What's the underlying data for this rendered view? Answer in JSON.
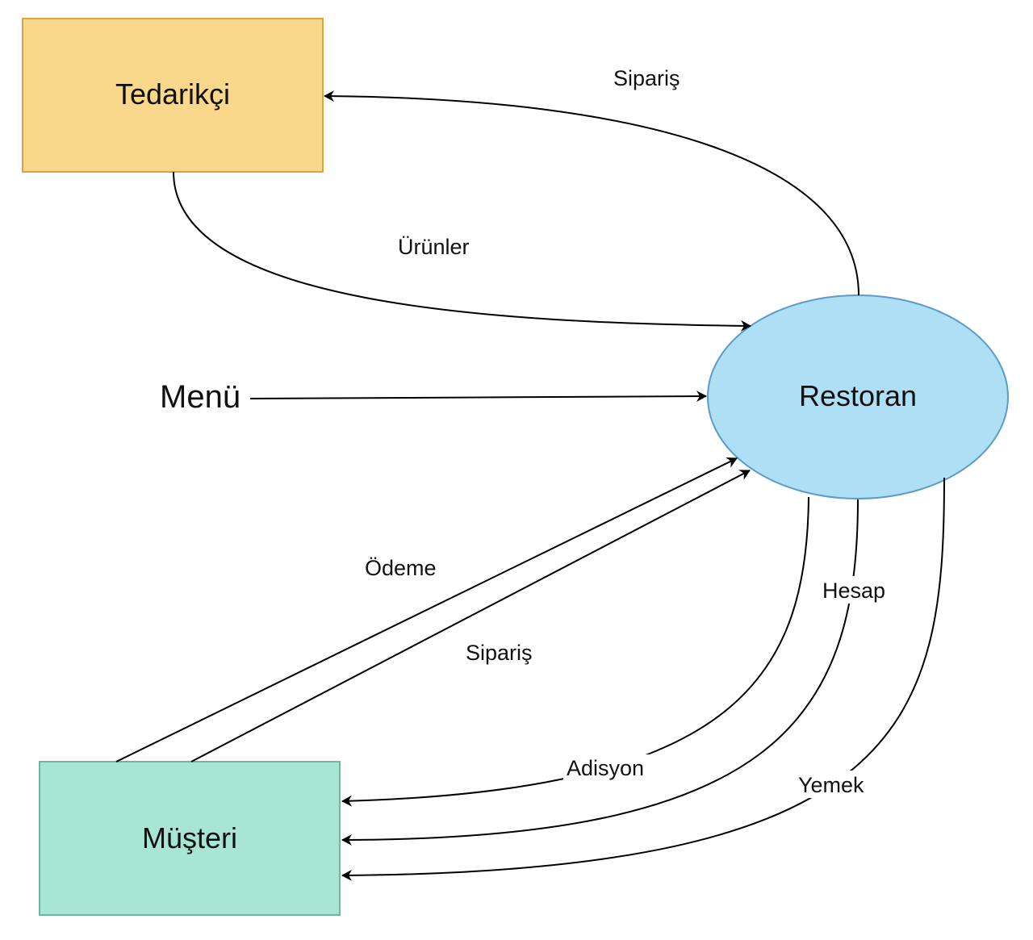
{
  "nodes": {
    "tedarikci": {
      "label": "Tedarikçi",
      "shape": "rectangle",
      "fill": "#F9D88C",
      "stroke": "#D9A63B"
    },
    "restoran": {
      "label": "Restoran",
      "shape": "ellipse",
      "fill": "#AEDFF5",
      "stroke": "#5B9BC8"
    },
    "musteri": {
      "label": "Müşteri",
      "shape": "rectangle",
      "fill": "#A8E6D3",
      "stroke": "#6BB89E"
    }
  },
  "external_input": {
    "label": "Menü"
  },
  "edges": {
    "restoran_to_tedarikci": {
      "label": "Sipariş",
      "from": "Restoran",
      "to": "Tedarikçi"
    },
    "tedarikci_to_restoran": {
      "label": "Ürünler",
      "from": "Tedarikçi",
      "to": "Restoran"
    },
    "menu_to_restoran": {
      "from": "Menü",
      "to": "Restoran"
    },
    "musteri_to_restoran_odeme": {
      "label": "Ödeme",
      "from": "Müşteri",
      "to": "Restoran"
    },
    "musteri_to_restoran_siparis": {
      "label": "Sipariş",
      "from": "Müşteri",
      "to": "Restoran"
    },
    "restoran_to_musteri_adisyon": {
      "label": "Adisyon",
      "from": "Restoran",
      "to": "Müşteri"
    },
    "restoran_to_musteri_hesap": {
      "label": "Hesap",
      "from": "Restoran",
      "to": "Müşteri"
    },
    "restoran_to_musteri_yemek": {
      "label": "Yemek",
      "from": "Restoran",
      "to": "Müşteri"
    }
  }
}
